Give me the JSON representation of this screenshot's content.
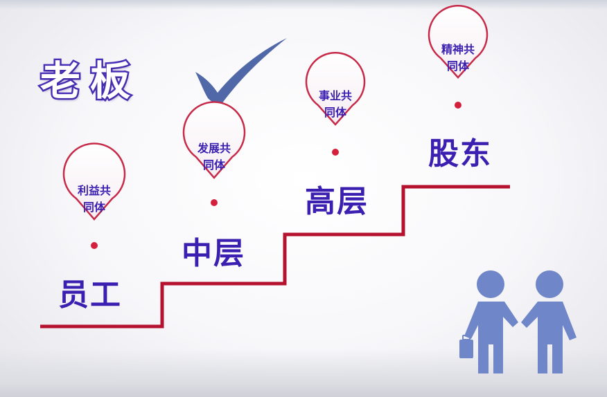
{
  "title": "老板",
  "levels": [
    {
      "name": "员工",
      "pin_line1": "利益共",
      "pin_line2": "同体"
    },
    {
      "name": "中层",
      "pin_line1": "发展共",
      "pin_line2": "同体"
    },
    {
      "name": "高层",
      "pin_line1": "事业共",
      "pin_line2": "同体"
    },
    {
      "name": "股东",
      "pin_line1": "精神共",
      "pin_line2": "同体"
    }
  ],
  "colors": {
    "text": "#3b1fb0",
    "stairs": "#b4122e",
    "pin_outline": "#c62a48",
    "people": "#6f86c8",
    "checkmark": "#5168a8"
  },
  "icons": [
    "checkmark-icon",
    "map-pin-icon",
    "two-people-icon",
    "briefcase-icon"
  ]
}
